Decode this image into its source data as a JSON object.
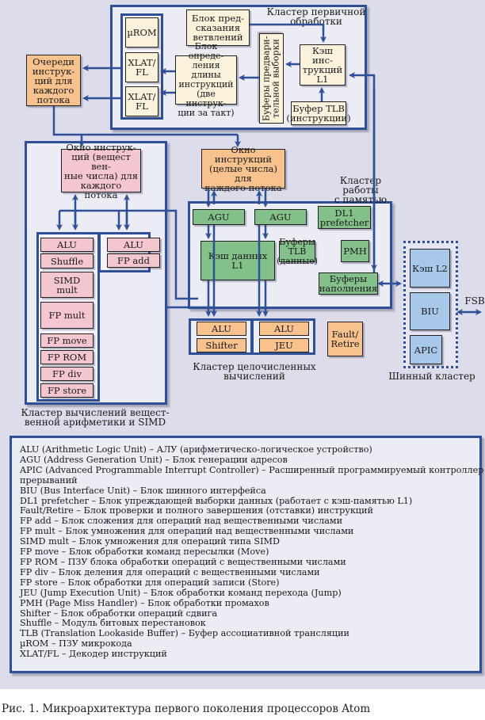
{
  "figure": {
    "caption": "Рис. 1. Микроархитектура первого поколения процессоров Atom"
  },
  "clusters": {
    "frontend": "Кластер первичной\nобработки",
    "fp_simd": "Кластер вычислений вещест-\nвенной арифметики и SIMD",
    "memory": "Кластер работы\nс памятью",
    "integer": "Кластер целочисленных\nвычислений",
    "bus": "Шинный кластер"
  },
  "blocks": {
    "urom": "µROM",
    "xlat1": "XLAT/\nFL",
    "xlat2": "XLAT/\nFL",
    "branch_pred": "Блок пред-\nсказания\nветвлений",
    "prefetch_buffers": "Буферы предвари-\nтельной выборки",
    "length_decoder": "Блок опреде-\nления длины\nинструкций\n(две инструк-\nции за такт)",
    "icache_l1": "Кэш инс-\nтрукций\nL1",
    "itlb": "Буфер TLB\n(инструкции)",
    "inst_queues": "Очереди\nинструк-\nций для\nкаждого\nпотока",
    "fp_window": "Окно инструк-\nций (вещест вен-\nные числа) для\nкаждого потока",
    "int_window": "Окно инструкций\n(целые числа) для\nкаждого потока",
    "fp_left": [
      "ALU",
      "Shuffle",
      "SIMD mult",
      "FP mult",
      "FP move",
      "FP ROM",
      "FP div",
      "FP store"
    ],
    "fp_right": [
      "ALU",
      "FP add"
    ],
    "agu1": "AGU",
    "agu2": "AGU",
    "dl1_prefetcher": "DL1\nprefetcher",
    "dcache_l1": "Кэш данных\nL1",
    "dtlb": "Буферы TLB\n(данные)",
    "pmh": "PMH",
    "fill_buffers": "Буферы\nнаполнения",
    "int_left": [
      "ALU",
      "Shifter"
    ],
    "int_right": [
      "ALU",
      "JEU"
    ],
    "fault_retire": "Fault/\nRetire",
    "l2_cache": "Кэш L2",
    "biu": "BIU",
    "apic": "APIC",
    "fsb": "FSB"
  },
  "legend": [
    "ALU (Arithmetic Logic Unit) – АЛУ (арифметическо-логическое устройство)",
    "AGU (Address Generation Unit) – Блок генерации адресов",
    "APIC (Advanced Programmable Interrupt Controller) – Расширенный программируемый контроллер",
    "прерываний",
    "BIU (Bus Interface Unit) – Блок шинного интерфейса",
    "DL1 prefetcher – Блок упреждающей выборки данных (работает с кэш-памятью L1)",
    "Fault/Retire – Блок проверки и полного завершения (отставки) инструкций",
    "FP add – Блок сложения для операций над вещественными числами",
    "FP mult – Блок умножения для операций над вещественными числами",
    "SIMD mult – Блок умножения для операций типа SIMD",
    "FP move – Блок обработки команд пересылки (Move)",
    "FP ROM – ПЗУ блока обработки операций с вещественными числами",
    "FP div – Блок деления для операций с вещественными числами",
    "FP store – Блок обработки для операций записи (Store)",
    "JEU (Jump Execution Unit) – Блок обработки команд перехода (Jump)",
    "PMH (Page Miss Handler) – Блок обработки промахов",
    "Shifter – Блок обработки операций сдвига",
    "Shuffle – Модуль битовых перестановок",
    "TLB (Translation Lookaside Buffer) – Буфер ассоциативной трансляции",
    "µROM – ПЗУ микрокода",
    "XLAT/FL – Декодер инструкций"
  ]
}
